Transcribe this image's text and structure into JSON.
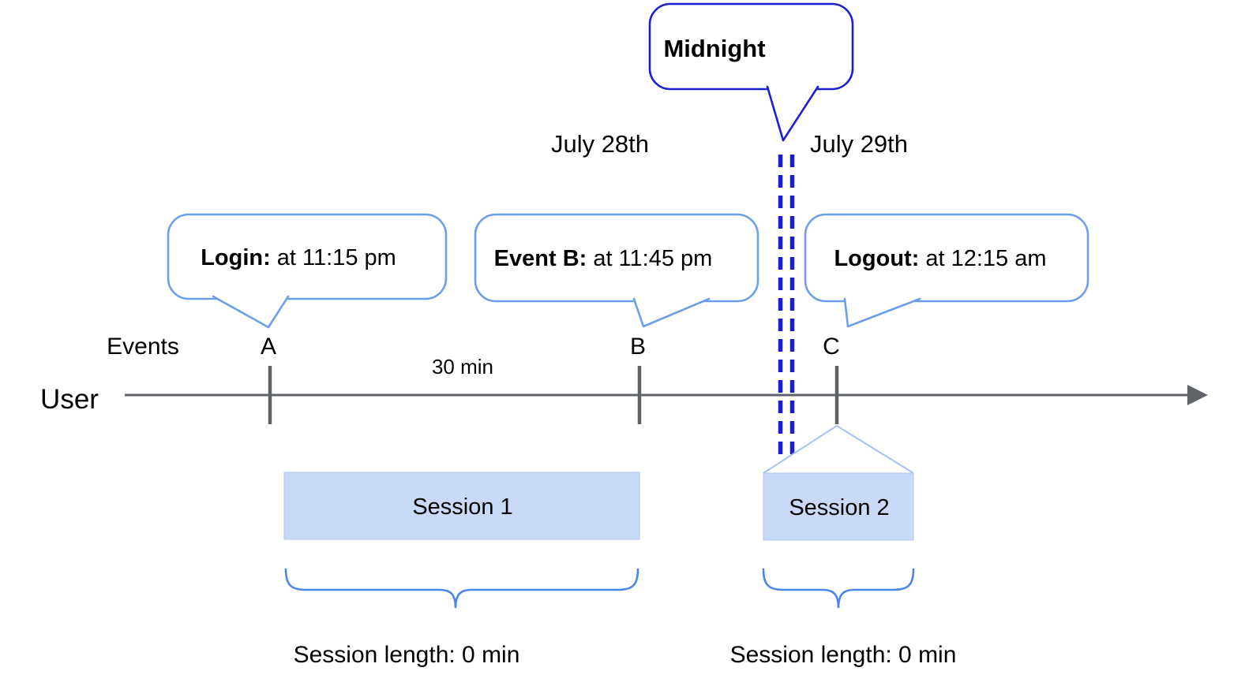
{
  "colors": {
    "dark_blue": "#1b1ed2",
    "medium_blue": "#6d9eeb",
    "funnel_blue": "#a4c2f4",
    "brace_blue": "#4a86e8",
    "session_fill": "#c9daf8",
    "timeline_gray": "#5f6368",
    "text_black": "#000000"
  },
  "midnight_callout": {
    "label": "Midnight"
  },
  "date_labels": {
    "before": "July 28th",
    "after": "July 29th"
  },
  "event_callouts": {
    "login": {
      "label": "Login:",
      "time": "at 11:15 pm"
    },
    "event_b": {
      "label": "Event B:",
      "time": "at 11:45 pm"
    },
    "logout": {
      "label": "Logout:",
      "time": "at 12:15 am"
    }
  },
  "timeline": {
    "row_label": "User",
    "events_label": "Events",
    "interval_label": "30 min",
    "markers": {
      "a": "A",
      "b": "B",
      "c": "C"
    }
  },
  "sessions": {
    "session1": {
      "label": "Session 1",
      "length_label": "Session length: 0 min"
    },
    "session2": {
      "label": "Session 2",
      "length_label": "Session length: 0 min"
    }
  }
}
